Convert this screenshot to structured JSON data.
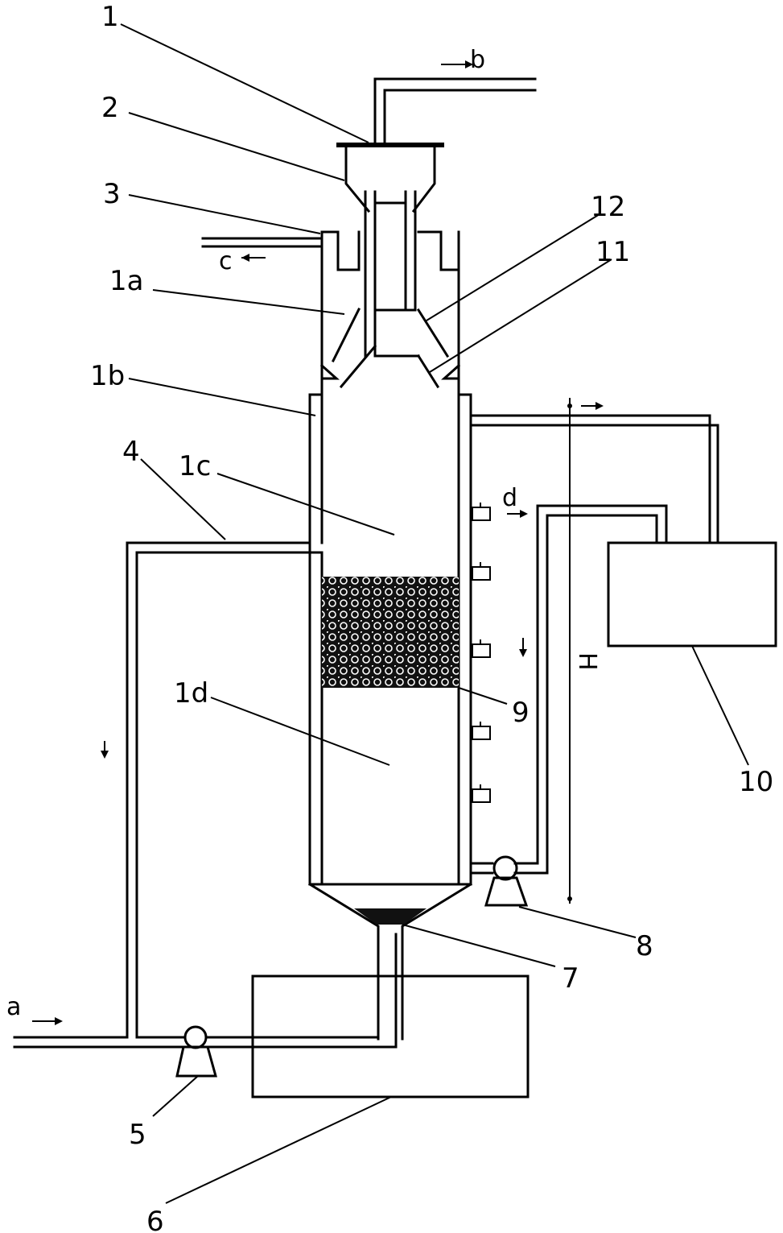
{
  "labels": {
    "n1": "1",
    "n2": "2",
    "n3": "3",
    "n1a": "1a",
    "n1b": "1b",
    "n1c": "1c",
    "n1d": "1d",
    "n4": "4",
    "n5": "5",
    "n6": "6",
    "n7": "7",
    "n8": "8",
    "n9": "9",
    "n10": "10",
    "n11": "11",
    "n12": "12",
    "H": "H"
  },
  "flows": {
    "a": "a",
    "b": "b",
    "c": "c",
    "d": "d"
  }
}
